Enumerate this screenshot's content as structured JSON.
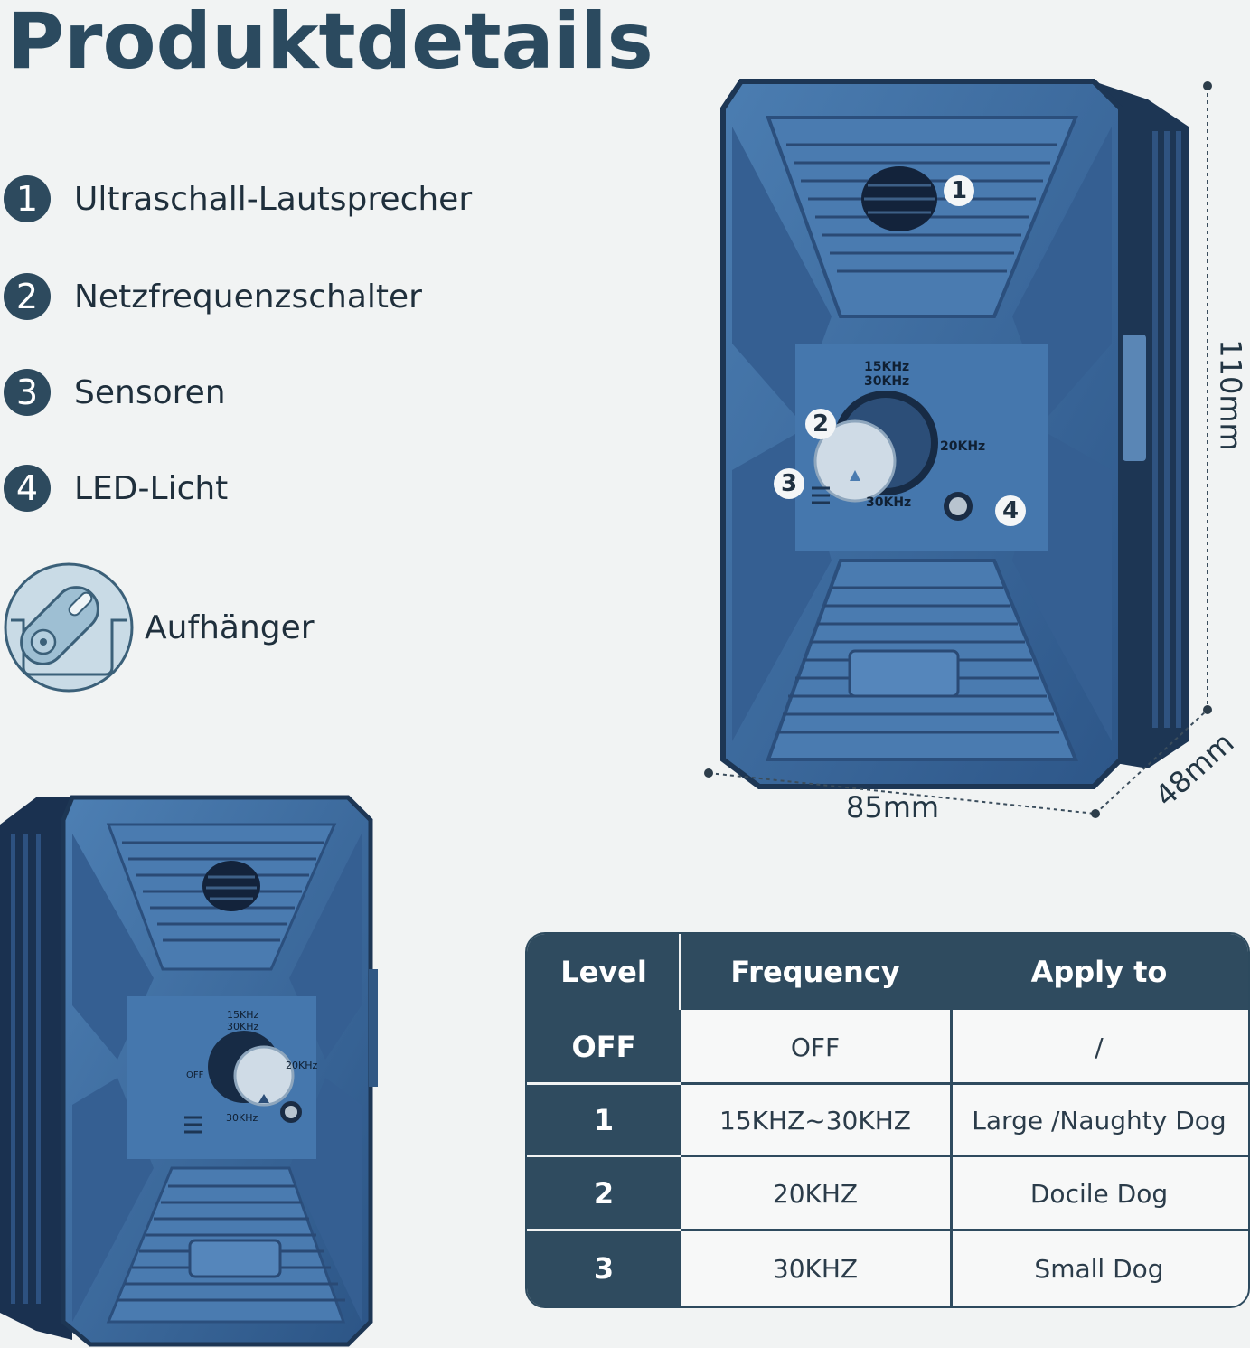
{
  "title": "Produktdetails",
  "features": [
    {
      "num": "1",
      "label": "Ultraschall-Lautsprecher"
    },
    {
      "num": "2",
      "label": "Netzfrequenzschalter"
    },
    {
      "num": "3",
      "label": "Sensoren"
    },
    {
      "num": "4",
      "label": "LED-Licht"
    }
  ],
  "hanger_label": "Aufhänger",
  "device": {
    "dial_labels": {
      "top": "15KHz\n30KHz",
      "right": "20KHz",
      "bottom": "30KHz"
    },
    "callouts": [
      "1",
      "2",
      "3",
      "4"
    ],
    "dimensions": {
      "height": "110mm",
      "width": "85mm",
      "depth": "48mm"
    }
  },
  "back_device_dial": {
    "top": "15KHz\n30KHz",
    "right": "20KHz",
    "left": "OFF",
    "bottom": "30KHz"
  },
  "table": {
    "headers": [
      "Level",
      "Frequency",
      "Apply to"
    ],
    "rows": [
      {
        "level": "OFF",
        "frequency": "OFF",
        "apply": "/"
      },
      {
        "level": "1",
        "frequency": "15KHZ~30KHZ",
        "apply": "Large /Naughty Dog"
      },
      {
        "level": "2",
        "frequency": "20KHZ",
        "apply": "Docile Dog"
      },
      {
        "level": "3",
        "frequency": "30KHZ",
        "apply": "Small Dog"
      }
    ]
  },
  "colors": {
    "primary": "#2f4b5f",
    "device_blue": "#3f6fa0",
    "background": "#f1f3f3"
  }
}
